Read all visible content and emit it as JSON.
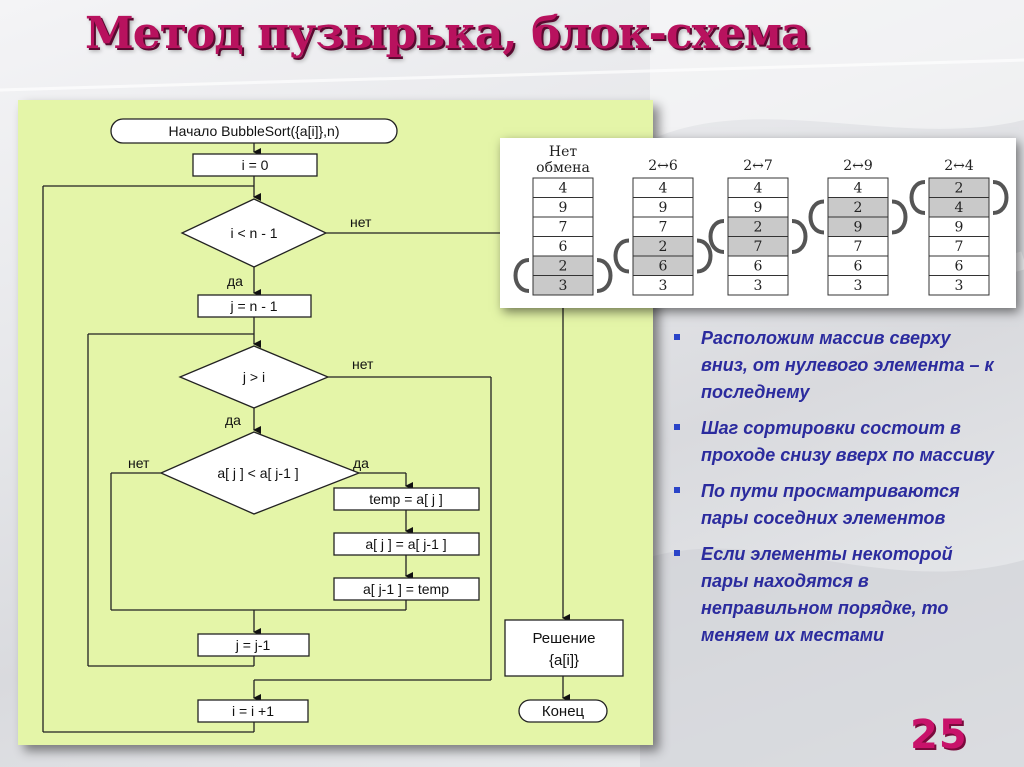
{
  "title": "Метод пузырька, блок-схема",
  "flowchart": {
    "start": "Начало BubbleSort({a[i]},n)",
    "init_i": "i = 0",
    "cond_outer": "i  <  n - 1",
    "no_outer": "нет",
    "yes_outer": "да",
    "init_j": "j = n - 1",
    "cond_inner": "j  >  i",
    "no_inner": "нет",
    "yes_inner": "да",
    "cond_compare": "a[ j ]  <  a[ j-1 ]",
    "no_compare": "нет",
    "yes_compare": "да",
    "swap1": "temp = a[ j ]",
    "swap2": "a[ j ] = a[ j-1 ]",
    "swap3": "a[ j-1 ] = temp",
    "dec_j": "j = j-1",
    "inc_i": "i = i +1",
    "result_line1": "Решение",
    "result_line2": "{a[i]}",
    "end": "Конец"
  },
  "swap_illustration": {
    "columns": [
      {
        "header_line1": "Нет",
        "header_line2": "обмена",
        "values": [
          "4",
          "9",
          "7",
          "6",
          "2",
          "3"
        ],
        "highlight": [
          4,
          5
        ]
      },
      {
        "header_line1": "2↔6",
        "header_line2": "",
        "values": [
          "4",
          "9",
          "7",
          "2",
          "6",
          "3"
        ],
        "highlight": [
          3,
          4
        ]
      },
      {
        "header_line1": "2↔7",
        "header_line2": "",
        "values": [
          "4",
          "9",
          "2",
          "7",
          "6",
          "3"
        ],
        "highlight": [
          2,
          3
        ]
      },
      {
        "header_line1": "2↔9",
        "header_line2": "",
        "values": [
          "4",
          "2",
          "9",
          "7",
          "6",
          "3"
        ],
        "highlight": [
          1,
          2
        ]
      },
      {
        "header_line1": "2↔4",
        "header_line2": "",
        "values": [
          "2",
          "4",
          "9",
          "7",
          "6",
          "3"
        ],
        "highlight": [
          0,
          1
        ]
      }
    ],
    "cell_fill": "#ffffff",
    "highlight_fill": "#c9c9c9"
  },
  "bullets": [
    "Расположим массив сверху вниз, от нулевого элемента – к последнему",
    "Шаг сортировки состоит в проходе снизу вверх по массиву",
    " По пути просматриваются пары соседних элементов",
    "Если элементы некоторой пары находятся в неправильном порядке, то меняем их местами"
  ],
  "page_number": "25",
  "colors": {
    "title": "#b8125e",
    "panel": "#e4f5a8",
    "bullet_text": "#2b2b9e",
    "page_number": "#c8126a"
  }
}
